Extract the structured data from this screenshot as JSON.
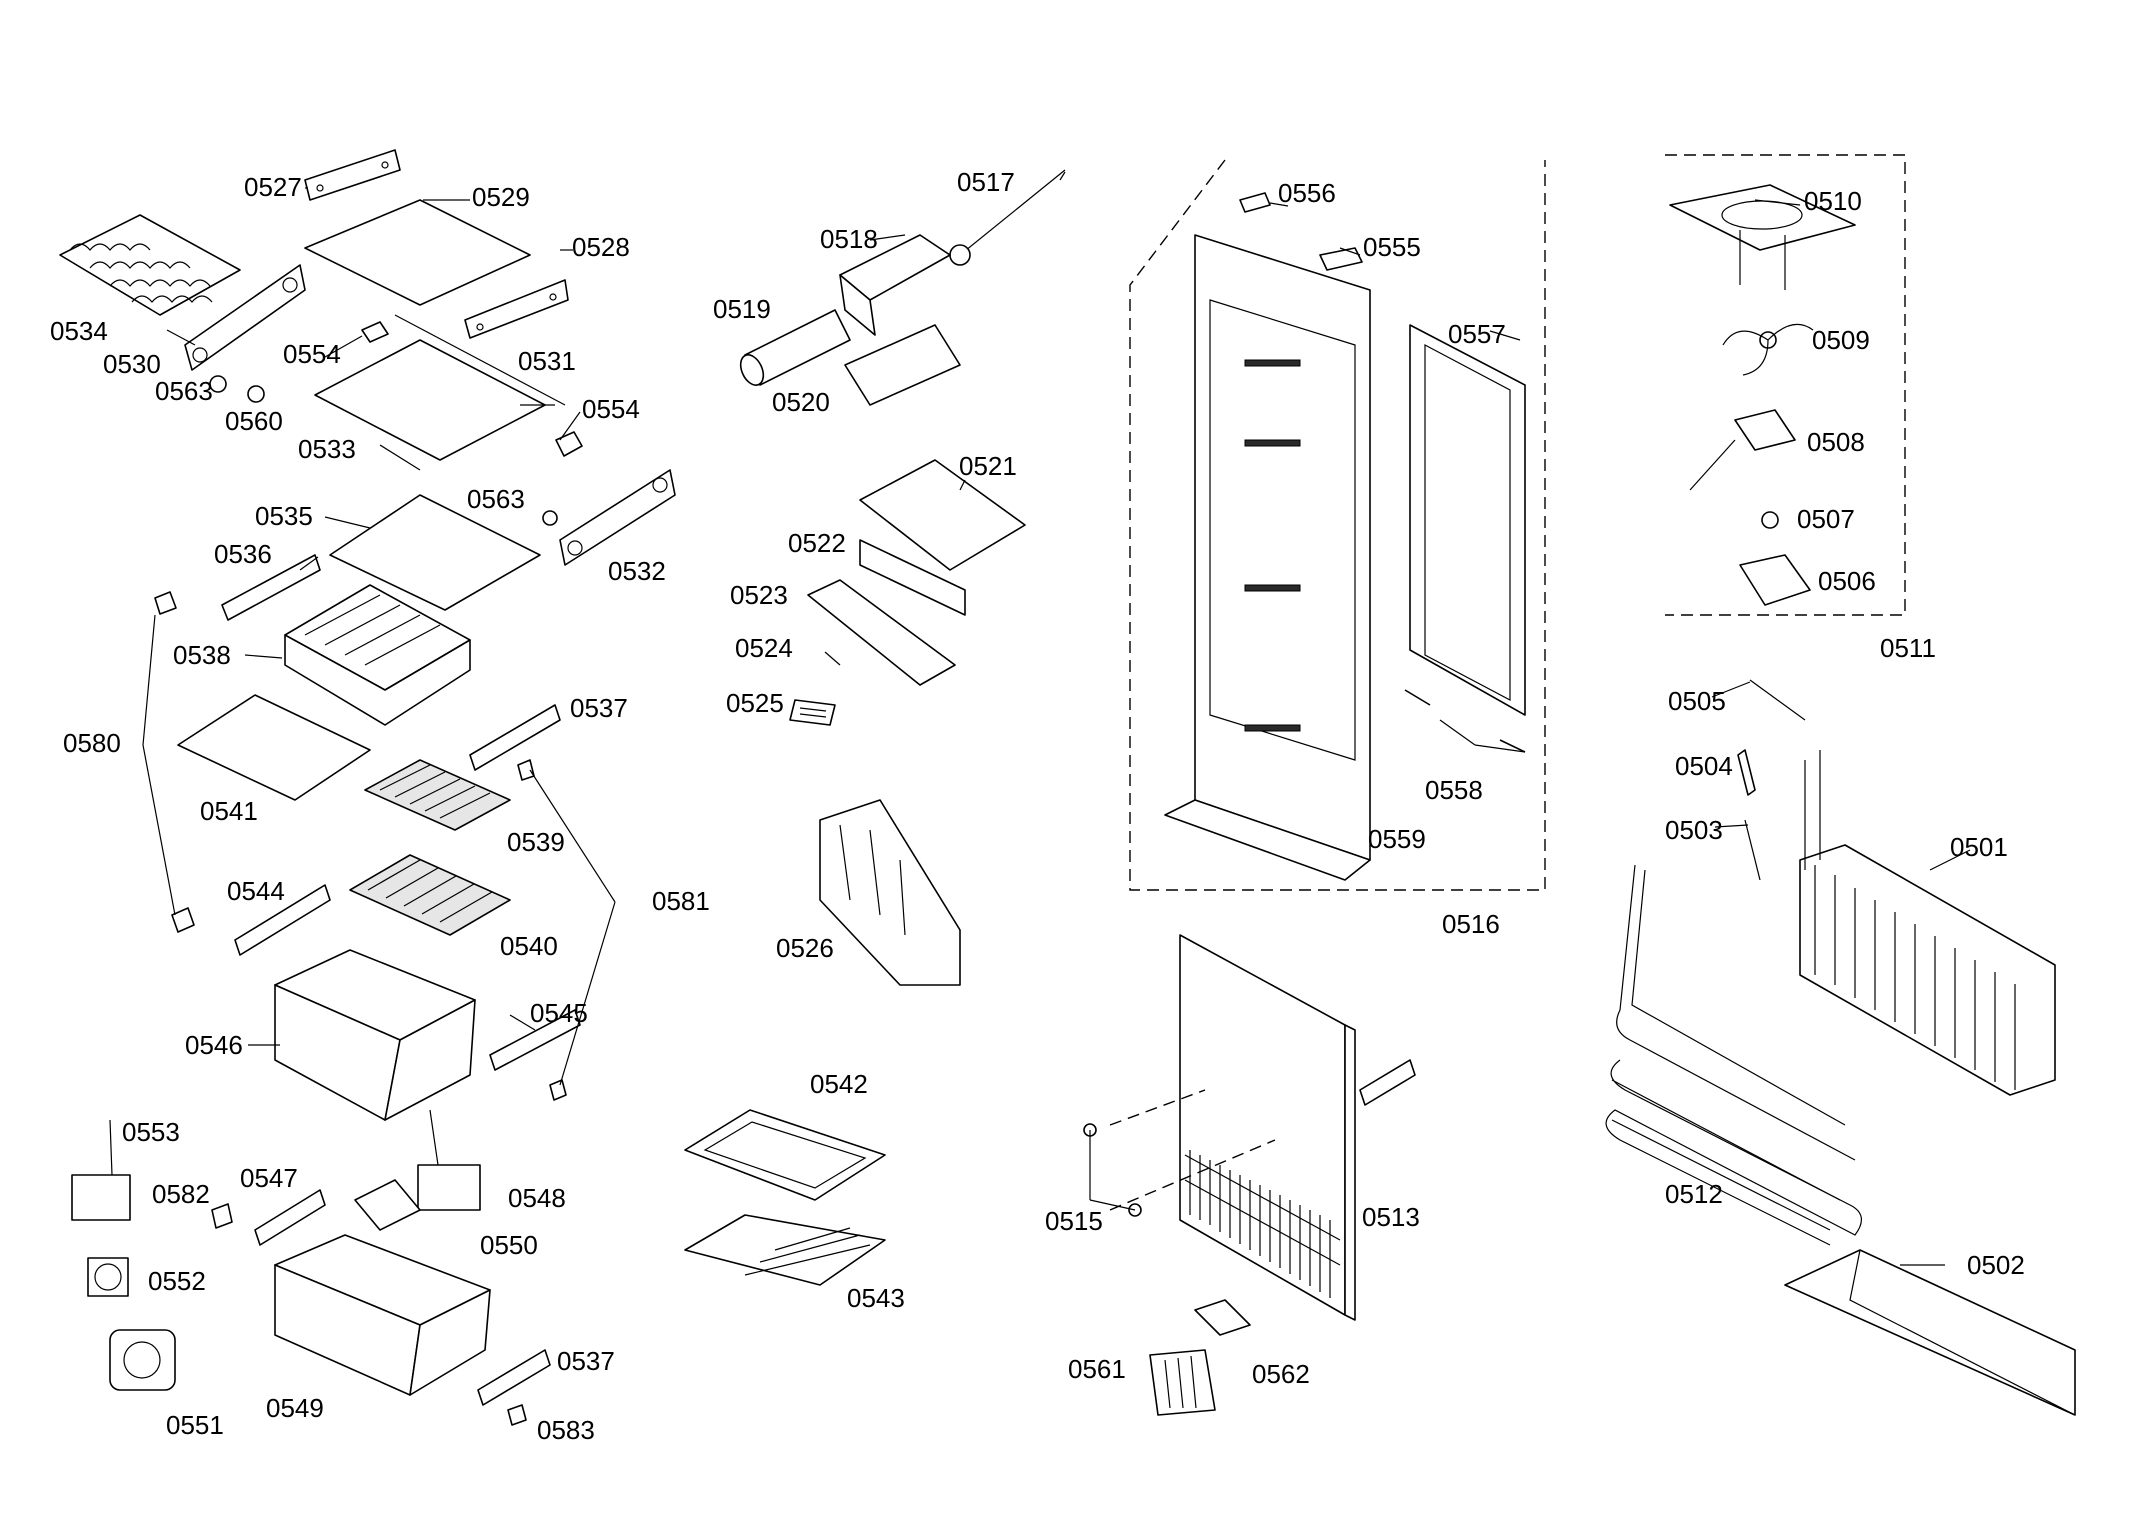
{
  "callouts": {
    "p0501": "0501",
    "p0502": "0502",
    "p0503": "0503",
    "p0504": "0504",
    "p0505": "0505",
    "p0506": "0506",
    "p0507": "0507",
    "p0508": "0508",
    "p0509": "0509",
    "p0510": "0510",
    "p0511": "0511",
    "p0512": "0512",
    "p0513": "0513",
    "p0515": "0515",
    "p0516": "0516",
    "p0517": "0517",
    "p0518": "0518",
    "p0519": "0519",
    "p0520": "0520",
    "p0521": "0521",
    "p0522": "0522",
    "p0523": "0523",
    "p0524": "0524",
    "p0525": "0525",
    "p0526": "0526",
    "p0527": "0527",
    "p0528": "0528",
    "p0529": "0529",
    "p0530": "0530",
    "p0531": "0531",
    "p0532": "0532",
    "p0533": "0533",
    "p0534": "0534",
    "p0535": "0535",
    "p0536": "0536",
    "p0537": "0537",
    "p0538": "0538",
    "p0539": "0539",
    "p0540": "0540",
    "p0541": "0541",
    "p0542": "0542",
    "p0543": "0543",
    "p0544": "0544",
    "p0545": "0545",
    "p0546": "0546",
    "p0547": "0547",
    "p0548": "0548",
    "p0549": "0549",
    "p0550": "0550",
    "p0551": "0551",
    "p0552": "0552",
    "p0553": "0553",
    "p0554": "0554",
    "p0555": "0555",
    "p0556": "0556",
    "p0557": "0557",
    "p0558": "0558",
    "p0559": "0559",
    "p0560": "0560",
    "p0561": "0561",
    "p0562": "0562",
    "p0563": "0563",
    "p0580": "0580",
    "p0581": "0581",
    "p0582": "0582",
    "p0583": "0583"
  },
  "colors": {
    "line": "#000000",
    "background": "#ffffff",
    "shade": "#e6e6e6"
  }
}
